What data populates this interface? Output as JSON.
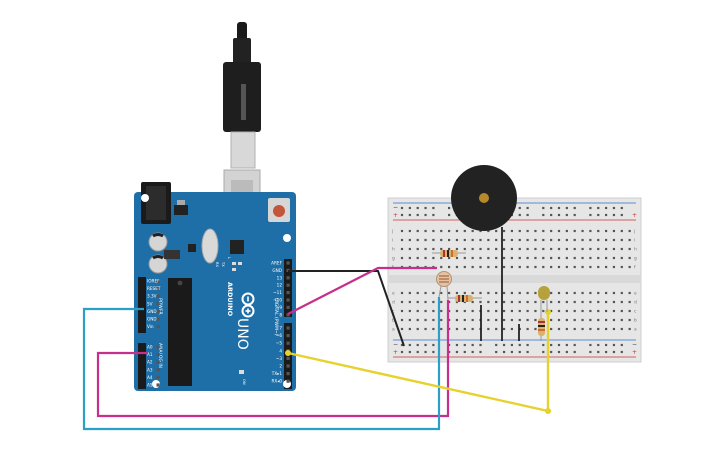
{
  "board": {
    "brand": "ARDUINO",
    "model": "UNO",
    "power_header_title": "POWER",
    "analog_header_title": "ANALOG IN",
    "digital_header_title": "DIGITAL (PWM~)",
    "on_label": "ON",
    "reset_button_label": "",
    "power_pins": [
      "IOREF",
      "RESET",
      "3.3V",
      "5V",
      "GND",
      "GND",
      "Vin"
    ],
    "analog_pins": [
      "A0",
      "A1",
      "A2",
      "A3",
      "A4",
      "A5"
    ],
    "digital_pins_top": [
      "AREF",
      "GND",
      "13",
      "12",
      "~11",
      "~10",
      "~9",
      "8"
    ],
    "digital_pins_bottom": [
      "7",
      "~6",
      "~5",
      "4",
      "~3",
      "2",
      "TX▸1",
      "RX◂0"
    ],
    "led_labels": [
      "L",
      "TX",
      "RX"
    ]
  },
  "breadboard": {
    "rail_plus": "+",
    "rail_minus": "−",
    "row_letters_top": [
      "j",
      "i",
      "h",
      "g",
      "f"
    ],
    "row_letters_bottom": [
      "e",
      "d",
      "c",
      "b",
      "a"
    ]
  },
  "colors": {
    "board": "#1e6fa8",
    "wire_magenta": "#c62f8a",
    "wire_cyan": "#2aa0c8",
    "wire_yellow": "#e6d22c",
    "wire_black": "#222222",
    "buzzer": "#222222",
    "led": "#b5a23a"
  }
}
